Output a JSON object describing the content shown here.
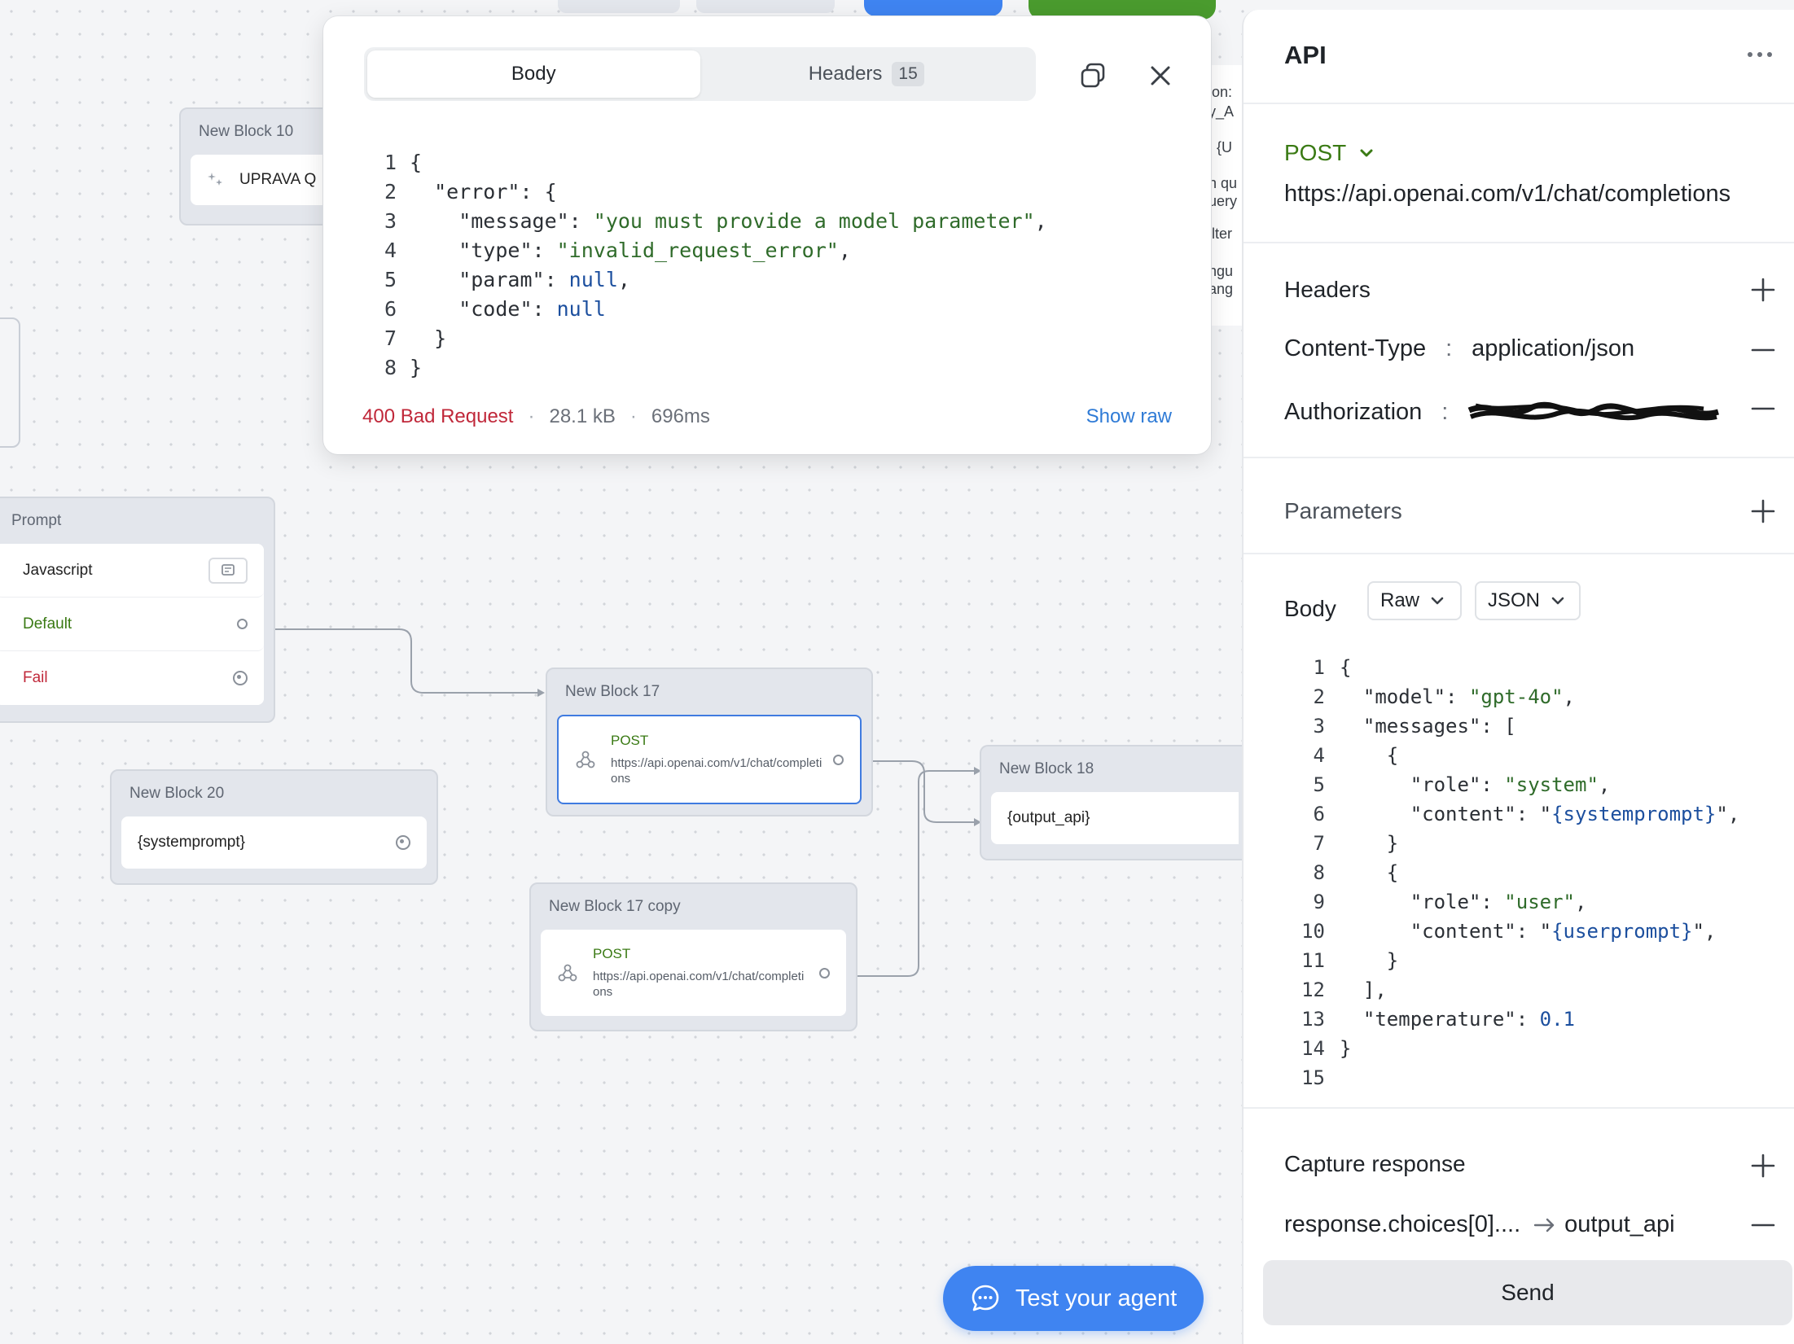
{
  "canvas": {
    "block10": {
      "title": "New Block 10",
      "row_label": "UPRAVA Q"
    },
    "prompt_block": {
      "title": "Prompt",
      "rows": [
        "Javascript",
        "Default",
        "Fail"
      ]
    },
    "block20": {
      "title": "New Block 20",
      "row_label": "{systemprompt}"
    },
    "block17": {
      "title": "New Block 17",
      "method": "POST",
      "url": "https://api.openai.com/v1/chat/completions"
    },
    "block17copy": {
      "title": "New Block 17 copy",
      "method": "POST",
      "url": "https://api.openai.com/v1/chat/completions"
    },
    "block18": {
      "title": "New Block 18",
      "row_label": "{output_api}"
    },
    "partial_texts": [
      "ion:",
      "y_A",
      ": {U",
      "h qu",
      "uery",
      "ilter",
      "ngu",
      "ang"
    ]
  },
  "response": {
    "tabs": [
      {
        "label": "Body",
        "active": true
      },
      {
        "label": "Headers",
        "count": "15",
        "active": false
      }
    ],
    "code_lines": [
      [
        {
          "t": "k",
          "v": "{"
        }
      ],
      [
        {
          "t": "k",
          "v": "  \"error\": {"
        }
      ],
      [
        {
          "t": "k",
          "v": "    \"message\": "
        },
        {
          "t": "s",
          "v": "\"you must provide a model parameter\""
        },
        {
          "t": "k",
          "v": ","
        }
      ],
      [
        {
          "t": "k",
          "v": "    \"type\": "
        },
        {
          "t": "s",
          "v": "\"invalid_request_error\""
        },
        {
          "t": "k",
          "v": ","
        }
      ],
      [
        {
          "t": "k",
          "v": "    \"param\": "
        },
        {
          "t": "n",
          "v": "null"
        },
        {
          "t": "k",
          "v": ","
        }
      ],
      [
        {
          "t": "k",
          "v": "    \"code\": "
        },
        {
          "t": "n",
          "v": "null"
        }
      ],
      [
        {
          "t": "k",
          "v": "  }"
        }
      ],
      [
        {
          "t": "k",
          "v": "}"
        }
      ]
    ],
    "status": "400 Bad Request",
    "size": "28.1 kB",
    "time": "696ms",
    "show_raw": "Show raw"
  },
  "panel": {
    "title": "API",
    "method": "POST",
    "url": "https://api.openai.com/v1/chat/completions",
    "headers_title": "Headers",
    "headers": [
      {
        "key": "Content-Type",
        "value": "application/json"
      },
      {
        "key": "Authorization",
        "value": ""
      }
    ],
    "parameters_title": "Parameters",
    "body_title": "Body",
    "body_mode": "Raw",
    "body_format": "JSON",
    "body_lines": [
      [
        {
          "t": "k",
          "v": "{"
        }
      ],
      [
        {
          "t": "k",
          "v": "  \"model\": "
        },
        {
          "t": "s",
          "v": "\"gpt-4o\""
        },
        {
          "t": "k",
          "v": ","
        }
      ],
      [
        {
          "t": "k",
          "v": "  \"messages\": ["
        }
      ],
      [
        {
          "t": "k",
          "v": "    {"
        }
      ],
      [
        {
          "t": "k",
          "v": "      \"role\": "
        },
        {
          "t": "s",
          "v": "\"system\""
        },
        {
          "t": "k",
          "v": ","
        }
      ],
      [
        {
          "t": "k",
          "v": "      \"content\": \""
        },
        {
          "t": "n",
          "v": "{systemprompt}"
        },
        {
          "t": "k",
          "v": "\","
        }
      ],
      [
        {
          "t": "k",
          "v": "    }"
        }
      ],
      [
        {
          "t": "k",
          "v": "    {"
        }
      ],
      [
        {
          "t": "k",
          "v": "      \"role\": "
        },
        {
          "t": "s",
          "v": "\"user\""
        },
        {
          "t": "k",
          "v": ","
        }
      ],
      [
        {
          "t": "k",
          "v": "      \"content\": \""
        },
        {
          "t": "n",
          "v": "{userprompt}"
        },
        {
          "t": "k",
          "v": "\","
        }
      ],
      [
        {
          "t": "k",
          "v": "    }"
        }
      ],
      [
        {
          "t": "k",
          "v": "  ],"
        }
      ],
      [
        {
          "t": "k",
          "v": "  \"temperature\": "
        },
        {
          "t": "n",
          "v": "0.1"
        }
      ],
      [
        {
          "t": "k",
          "v": "}"
        }
      ],
      [
        {
          "t": "k",
          "v": ""
        }
      ]
    ],
    "capture_title": "Capture response",
    "capture": {
      "path": "response.choices[0]....",
      "target": "output_api"
    },
    "send_label": "Send"
  },
  "test_agent_label": "Test your agent",
  "colors": {
    "accent_blue": "#3f84f1",
    "post_green": "#3a7a14",
    "error_red": "#c0283a",
    "link_blue": "#2f7bd6"
  }
}
